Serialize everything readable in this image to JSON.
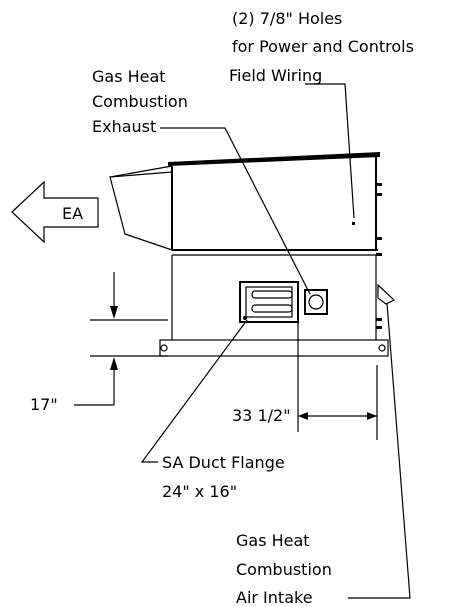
{
  "labels": {
    "holes_line1": "(2) 7/8\" Holes",
    "holes_line2": "for Power and Controls",
    "holes_line3": "Field Wiring",
    "exhaust_line1": "Gas Heat",
    "exhaust_line2": "Combustion",
    "exhaust_line3": "Exhaust",
    "ea": "EA",
    "dim_height": "17\"",
    "dim_width": "33 1/2\"",
    "flange_line1": "SA Duct Flange",
    "flange_line2": "24\" x 16\"",
    "intake_line1": "Gas Heat",
    "intake_line2": "Combustion",
    "intake_line3": "Air Intake"
  },
  "colors": {
    "line": "#000000",
    "background": "#ffffff"
  }
}
